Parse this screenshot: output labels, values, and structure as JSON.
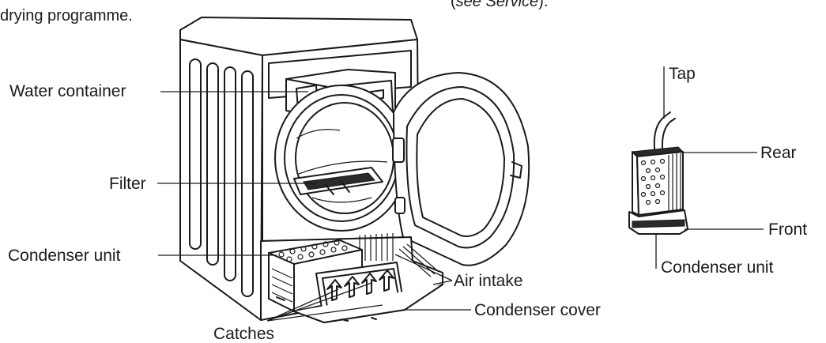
{
  "header": {
    "top_left_text": "drying programme.",
    "top_right_text_pre": "(",
    "top_right_text_italic": "see Service",
    "top_right_text_post": ")."
  },
  "labels": {
    "water_container": "Water container",
    "filter": "Filter",
    "condenser_unit_left": "Condenser unit",
    "air_intake": "Air intake",
    "condenser_cover": "Condenser cover",
    "catches": "Catches",
    "tap": "Tap",
    "rear": "Rear",
    "front": "Front",
    "condenser_unit_right": "Condenser unit"
  },
  "colors": {
    "ink": "#1a1a1a",
    "background": "#ffffff",
    "shade": "#d9d9d9"
  }
}
